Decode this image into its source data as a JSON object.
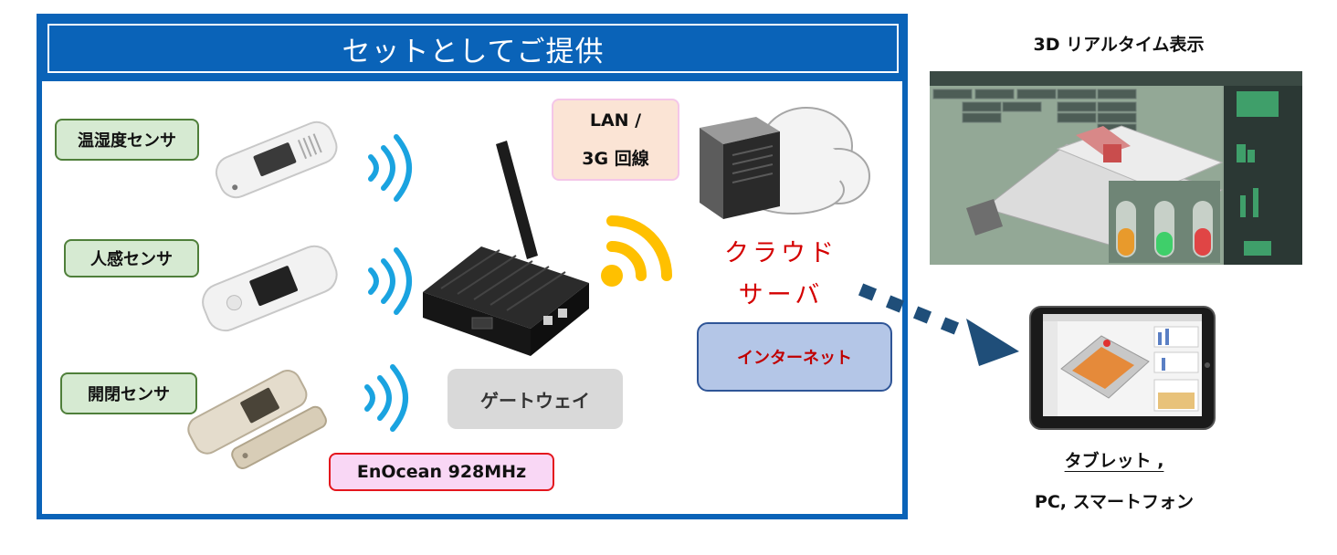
{
  "kit": {
    "header": "セットとしてご提供",
    "sensors": [
      "温湿度センサ",
      "人感センサ",
      "開閉センサ"
    ],
    "network_line1": "LAN /",
    "network_line2": "3G 回線",
    "gateway": "ゲートウェイ",
    "radio": "EnOcean 928MHz",
    "cloud_line1": "クラウド",
    "cloud_line2": "サーバ",
    "internet": "インターネット"
  },
  "display": {
    "title": "3D リアルタイム表示",
    "tablet_line1": "タブレット ,",
    "tablet_line2": "PC, スマートフォン"
  },
  "colors": {
    "frame": "#0a63b8",
    "wave_blue": "#1aa3e0",
    "wave_yellow": "#ffc000",
    "arrow": "#1f4e79"
  }
}
